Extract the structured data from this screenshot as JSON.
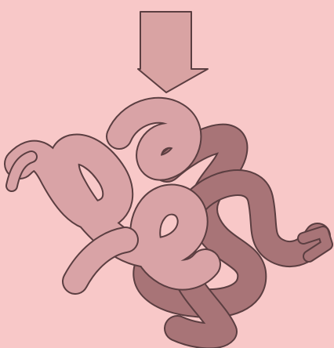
{
  "diagram": {
    "background_color": "#F8C8C8",
    "arrow": {
      "direction": "down",
      "fill_color": "#D9A3A3"
    },
    "strands": [
      {
        "name": "light-strand",
        "fill_color": "#D9A3A6"
      },
      {
        "name": "dark-strand",
        "fill_color": "#A87477"
      }
    ],
    "outline_color": "#5B3E41"
  }
}
